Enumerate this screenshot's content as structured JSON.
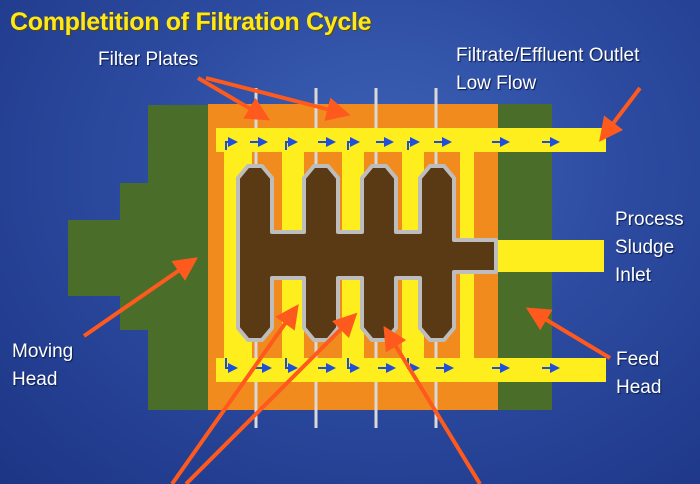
{
  "title": "Completition of Filtration Cycle",
  "labels": {
    "filter_plates": "Filter Plates",
    "filtrate_outlet": [
      "Filtrate/Effluent Outlet",
      "Low Flow"
    ],
    "process_inlet": [
      "Process",
      "Sludge",
      "Inlet"
    ],
    "moving_head": [
      "Moving",
      "Head"
    ],
    "feed_head": [
      "Feed",
      "Head"
    ]
  },
  "colors": {
    "background": "#2c4ba0",
    "title": "#ffe81a",
    "head": "#4a6e2a",
    "plates": "#f28b1e",
    "channel": "#ffee1e",
    "cake": "#5a3a14",
    "pointer": "#ff5a1e",
    "flow_arrow": "#1e4fd8"
  }
}
